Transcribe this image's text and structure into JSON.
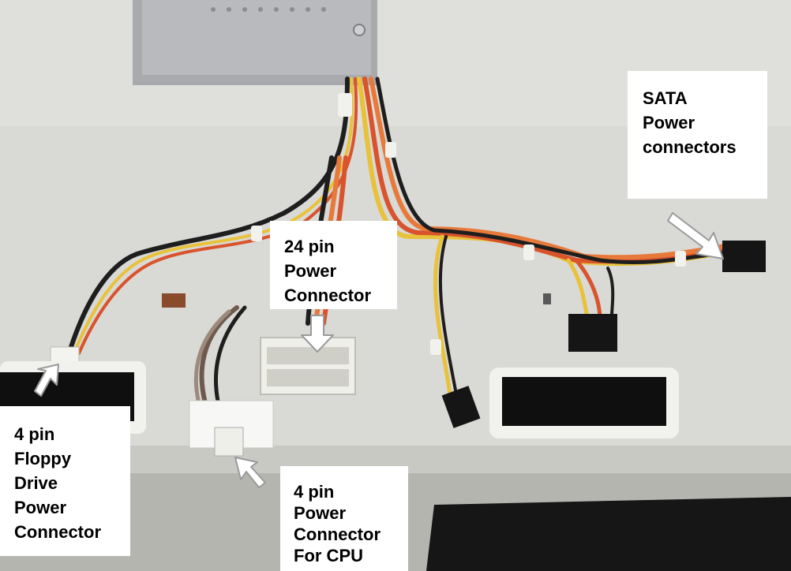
{
  "labels": {
    "sata": [
      "SATA",
      "Power",
      "connectors"
    ],
    "pin24": [
      "24 pin",
      "Power",
      "Connector"
    ],
    "floppy": [
      "4 pin",
      "Floppy",
      "Drive",
      "Power",
      "Connector"
    ],
    "cpu": [
      "4 pin",
      "Power",
      "Connector",
      "For CPU"
    ]
  },
  "colors": {
    "background": "#dcdcd8",
    "label_background": "#ffffff",
    "label_text": "#000000",
    "wire_red": "#d9532c",
    "wire_yellow": "#e8c23a",
    "wire_black": "#1e1e1e",
    "wire_orange": "#e77a3a"
  }
}
